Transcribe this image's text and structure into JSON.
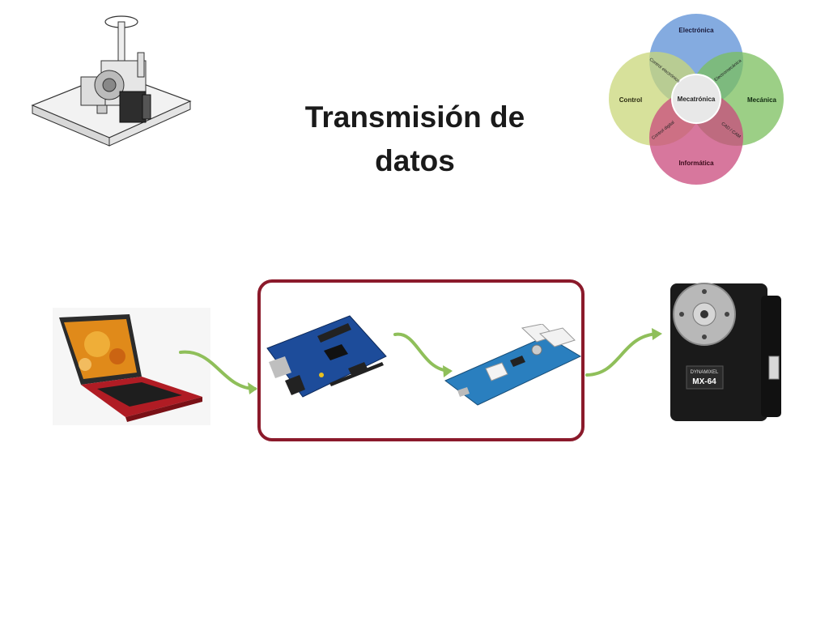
{
  "slide": {
    "title_line1": "Transmisión de",
    "title_line2": "datos"
  },
  "venn": {
    "top": "Electrónica",
    "left": "Control",
    "right": "Mecánica",
    "bottom": "Informática",
    "center": "Mecatrónica",
    "tl": "Control electrónico",
    "tr": "Electromecánica",
    "bl": "Control digital",
    "br": "CAD / CAM",
    "colors": {
      "top": "#5b8fd6",
      "left": "#c9d77a",
      "right": "#7bbf5e",
      "bottom": "#c9497c"
    }
  },
  "servo": {
    "brand": "DYNAMIXEL",
    "model": "MX-64"
  },
  "colors": {
    "frame": "#8b1a2b",
    "arrow": "#8fbf5a"
  },
  "icons": [
    "mechanism-drawing",
    "laptop-image",
    "microcontroller-board-image",
    "interface-board-image",
    "servo-motor-image"
  ]
}
